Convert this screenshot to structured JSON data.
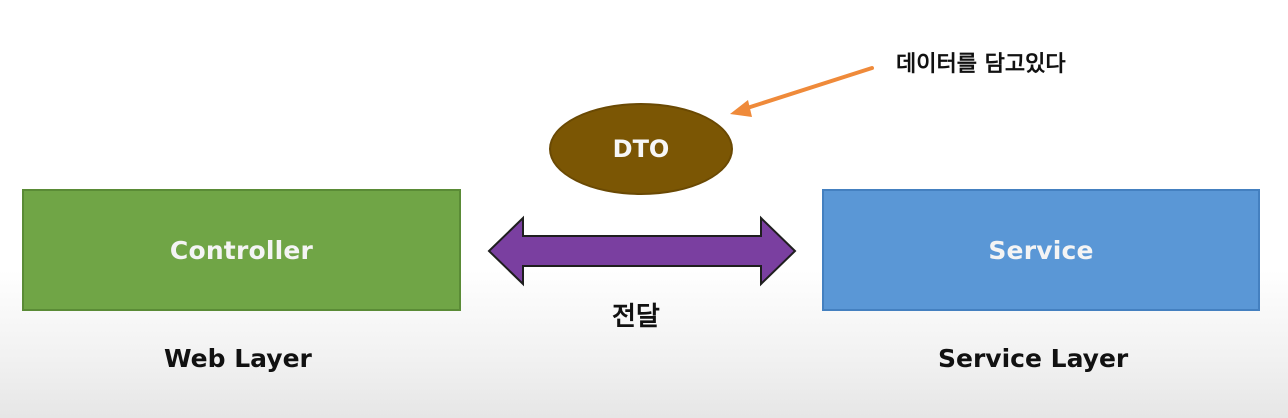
{
  "diagram": {
    "controller_label": "Controller",
    "service_label": "Service",
    "dto_label": "DTO",
    "web_layer_caption": "Web Layer",
    "service_layer_caption": "Service Layer",
    "transfer_label": "전달",
    "note_label": "데이터를 담고있다",
    "colors": {
      "controller": "#70a546",
      "service": "#5a97d6",
      "dto": "#7b5604",
      "transfer_arrow": "#7a3fa0",
      "note_arrow": "#ef8a3a"
    }
  }
}
